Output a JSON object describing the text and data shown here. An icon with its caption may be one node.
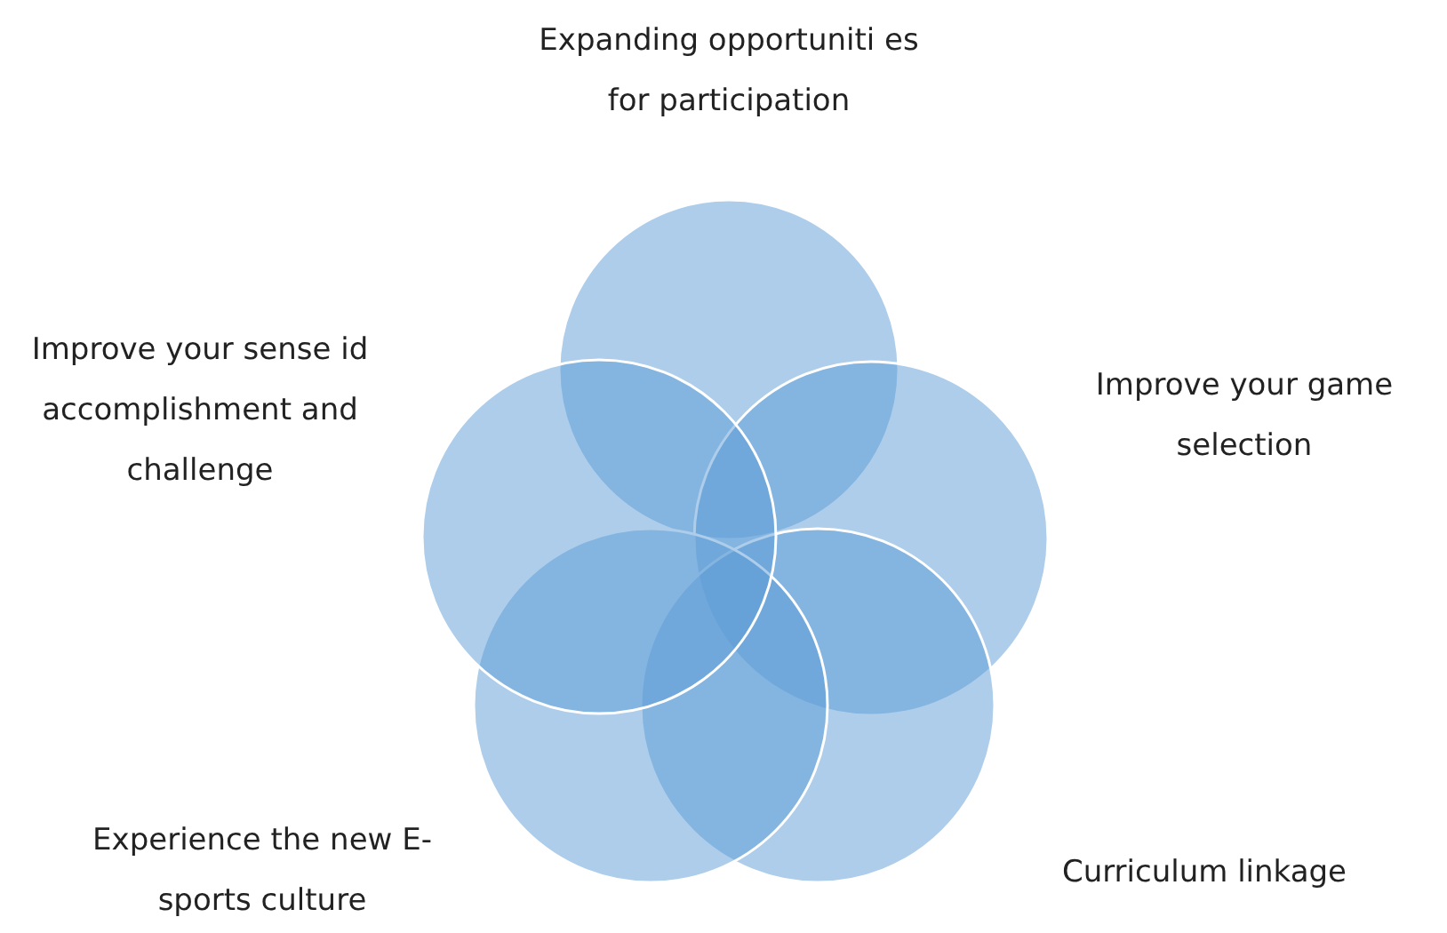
{
  "diagram": {
    "nodes": [
      {
        "text": [],
        "shape": "circle",
        "beside": [
          "Expanding opportuniti es for participation"
        ]
      },
      {
        "text": [],
        "shape": "circle",
        "beside": [
          "Improve your sense id accomplishment and challenge"
        ]
      },
      {
        "text": [],
        "shape": "circle",
        "beside": [
          "Improve your game selection"
        ]
      },
      {
        "text": [],
        "shape": "circle",
        "beside": [
          "Experience the new E-sports culture"
        ]
      },
      {
        "text": [],
        "shape": "circle",
        "beside": [
          "Curriculum linkage"
        ]
      }
    ]
  }
}
